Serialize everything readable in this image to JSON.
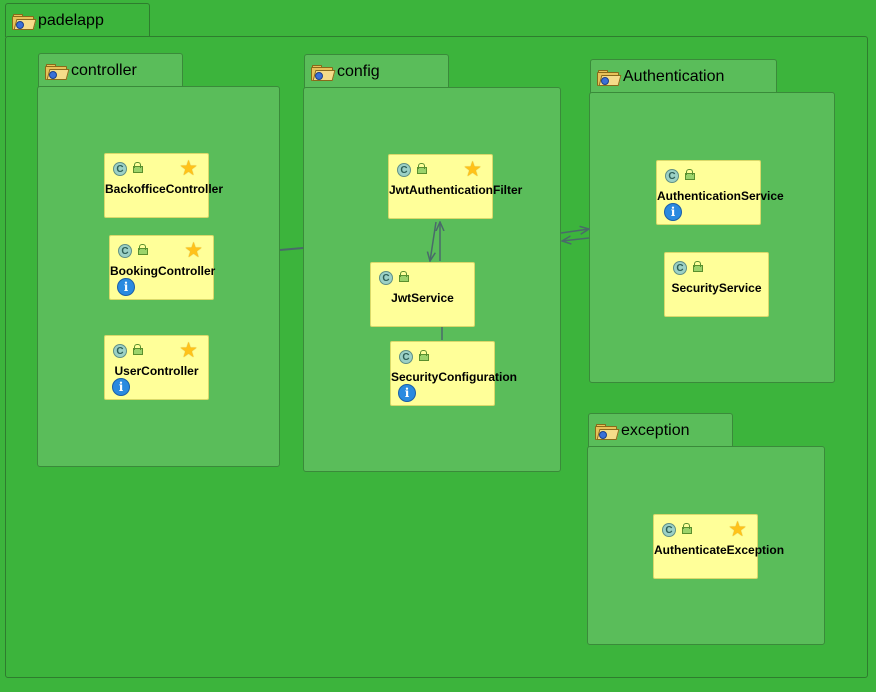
{
  "root_package": {
    "label": "padelapp",
    "icon": "folder-icon"
  },
  "packages": {
    "controller": {
      "label": "controller"
    },
    "config": {
      "label": "config"
    },
    "authentication": {
      "label": "Authentication"
    },
    "exception": {
      "label": "exception"
    }
  },
  "classes": {
    "backoffice_controller": {
      "name": "BackofficeController",
      "icons": [
        "class-icon",
        "public-icon",
        "star-icon"
      ]
    },
    "booking_controller": {
      "name": "BookingController",
      "icons": [
        "class-icon",
        "public-icon",
        "star-icon",
        "info-icon"
      ]
    },
    "user_controller": {
      "name": "UserController",
      "icons": [
        "class-icon",
        "public-icon",
        "star-icon",
        "info-icon"
      ]
    },
    "jwt_authentication_filter": {
      "name": "JwtAuthenticationFilter",
      "icons": [
        "class-icon",
        "public-icon",
        "star-icon"
      ]
    },
    "jwt_service": {
      "name": "JwtService",
      "icons": [
        "class-icon",
        "public-icon"
      ]
    },
    "security_configuration": {
      "name": "SecurityConfiguration",
      "icons": [
        "class-icon",
        "public-icon",
        "info-icon"
      ]
    },
    "authentication_service": {
      "name": "AuthenticationService",
      "icons": [
        "class-icon",
        "public-icon",
        "info-icon"
      ]
    },
    "security_service": {
      "name": "SecurityService",
      "icons": [
        "class-icon",
        "public-icon"
      ]
    },
    "authenticate_exception": {
      "name": "AuthenticateException",
      "icons": [
        "class-icon",
        "public-icon",
        "star-icon"
      ]
    }
  },
  "glyphs": {
    "class": "C",
    "star": "★",
    "info": "i"
  },
  "colors": {
    "outer_package": "#3cb43c",
    "inner_package": "#5abd5a",
    "class_fill": "#ffff99",
    "star": "#ffc21a",
    "info": "#2a8ae0",
    "link": "#4a6a6a"
  }
}
